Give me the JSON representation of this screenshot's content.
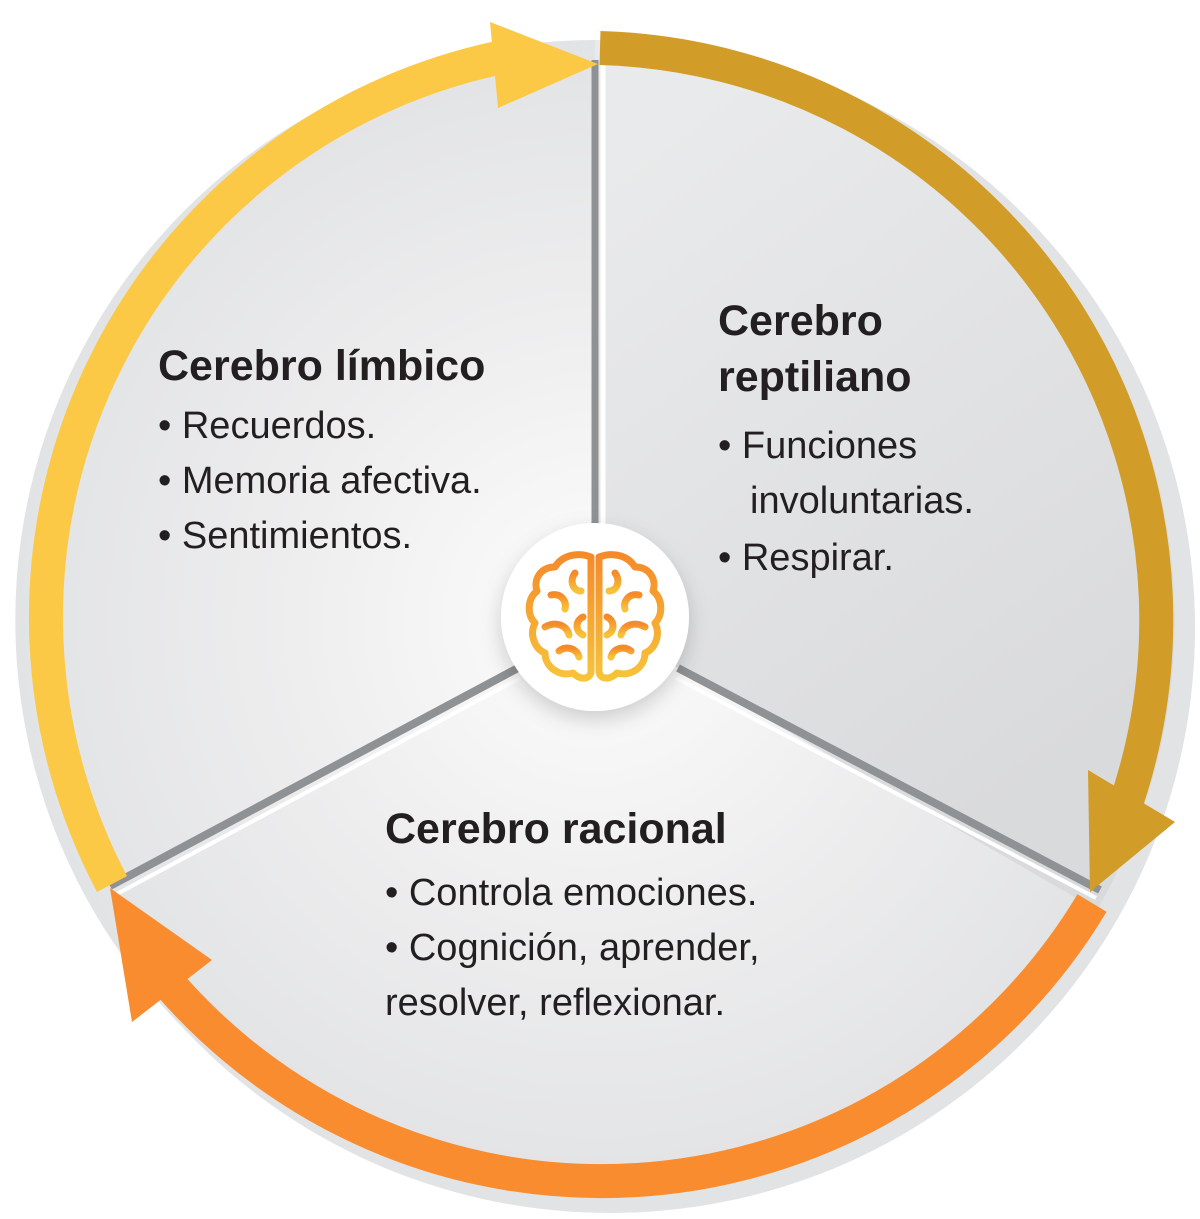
{
  "sections": {
    "limbico": {
      "title": "Cerebro límbico",
      "items": [
        "• Recuerdos.",
        "• Memoria afectiva.",
        "• Sentimientos."
      ]
    },
    "reptiliano": {
      "title_line1": "Cerebro",
      "title_line2": "reptiliano",
      "items": [
        "• Funciones",
        "involuntarias.",
        "• Respirar."
      ]
    },
    "racional": {
      "title": "Cerebro racional",
      "items": [
        "• Controla emociones.",
        "• Cognición, aprender,",
        "resolver, reflexionar."
      ]
    }
  },
  "center_icon": "brain-icon",
  "colors": {
    "arrow_limbico": "#fbc945",
    "arrow_reptiliano": "#d19c28",
    "arrow_racional": "#f98c2f",
    "segment_fill": "#e6e7e8",
    "divider": "#8f9295",
    "text": "#231f20"
  }
}
